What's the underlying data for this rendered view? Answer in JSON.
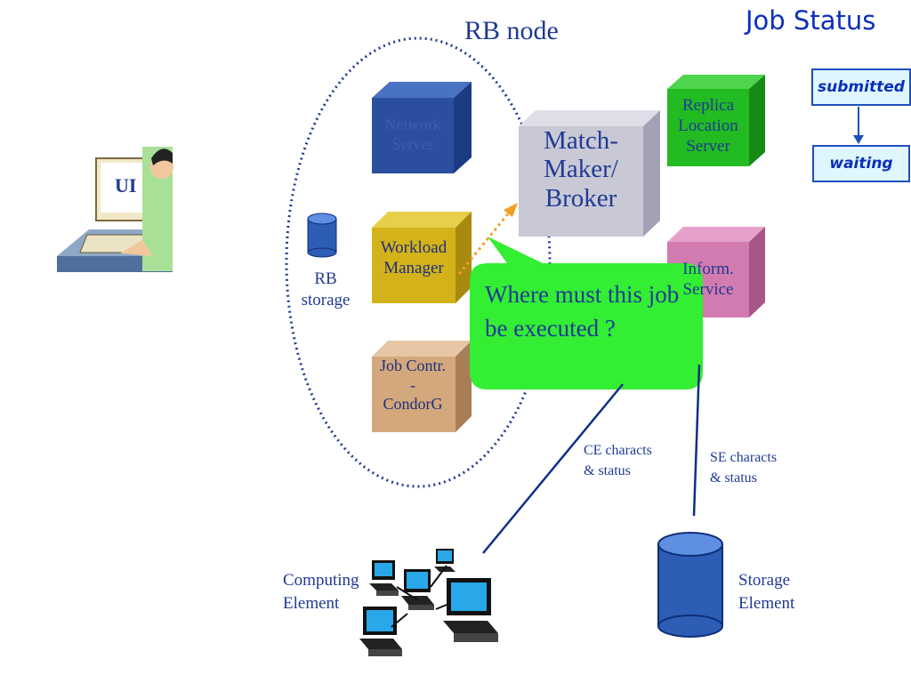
{
  "job_status": {
    "title": "Job Status",
    "states": [
      "submitted",
      "waiting"
    ]
  },
  "rb_node": {
    "title": "RB node",
    "storage_label_line1": "RB",
    "storage_label_line2": "storage"
  },
  "ui": {
    "label": "UI"
  },
  "components": {
    "network_server": [
      "Network",
      "Server"
    ],
    "workload_manager": [
      "Workload",
      "Manager"
    ],
    "job_controller": [
      "Job Contr.",
      "-",
      "CondorG"
    ],
    "match_maker": [
      "Match-",
      "Maker/",
      "Broker"
    ],
    "replica_location": [
      "Replica",
      "Location",
      "Server"
    ],
    "information_service": [
      "Inform.",
      "Service"
    ]
  },
  "callout": {
    "text": "Where must this job be executed ?"
  },
  "links": {
    "ce_line1": "CE characts",
    "ce_line2": "& status",
    "se_line1": "SE characts",
    "se_line2": "& status"
  },
  "computing_element": [
    "Computing",
    "Element"
  ],
  "storage_element": [
    "Storage",
    "Element"
  ],
  "colors": {
    "accent_text": "#1f3a93",
    "network_server": "#2b4f9e",
    "workload_manager": "#d4b21a",
    "job_controller": "#d2a87c",
    "match_maker": "#c9c9d6",
    "replica_location": "#22bb22",
    "information_service": "#d27bb0",
    "callout": "#33ee33"
  }
}
